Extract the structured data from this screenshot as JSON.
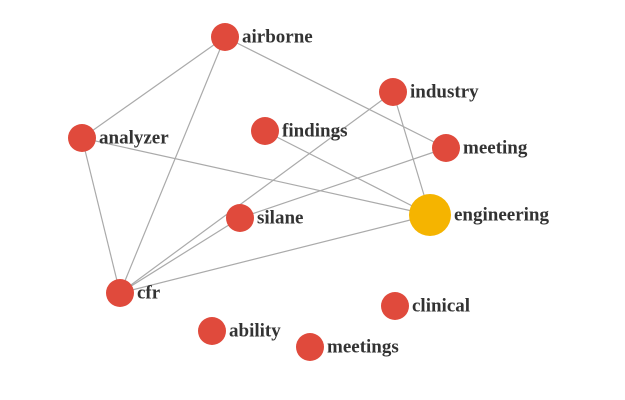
{
  "graph": {
    "colors": {
      "node_default": "#e04a3c",
      "node_highlight": "#f5b400",
      "edge": "#aaaaaa",
      "label": "#333333"
    },
    "nodes": [
      {
        "id": "airborne",
        "label": "airborne",
        "highlight": false
      },
      {
        "id": "industry",
        "label": "industry",
        "highlight": false
      },
      {
        "id": "analyzer",
        "label": "analyzer",
        "highlight": false
      },
      {
        "id": "findings",
        "label": "findings",
        "highlight": false
      },
      {
        "id": "meeting",
        "label": "meeting",
        "highlight": false
      },
      {
        "id": "engineering",
        "label": "engineering",
        "highlight": true
      },
      {
        "id": "silane",
        "label": "silane",
        "highlight": false
      },
      {
        "id": "cfr",
        "label": "cfr",
        "highlight": false
      },
      {
        "id": "clinical",
        "label": "clinical",
        "highlight": false
      },
      {
        "id": "ability",
        "label": "ability",
        "highlight": false
      },
      {
        "id": "meetings",
        "label": "meetings",
        "highlight": false
      }
    ],
    "edges": [
      {
        "source": "airborne",
        "target": "analyzer"
      },
      {
        "source": "airborne",
        "target": "cfr"
      },
      {
        "source": "airborne",
        "target": "meeting"
      },
      {
        "source": "analyzer",
        "target": "cfr"
      },
      {
        "source": "analyzer",
        "target": "engineering"
      },
      {
        "source": "industry",
        "target": "cfr"
      },
      {
        "source": "industry",
        "target": "engineering"
      },
      {
        "source": "findings",
        "target": "engineering"
      },
      {
        "source": "meeting",
        "target": "silane"
      },
      {
        "source": "cfr",
        "target": "engineering"
      },
      {
        "source": "silane",
        "target": "cfr"
      }
    ]
  }
}
